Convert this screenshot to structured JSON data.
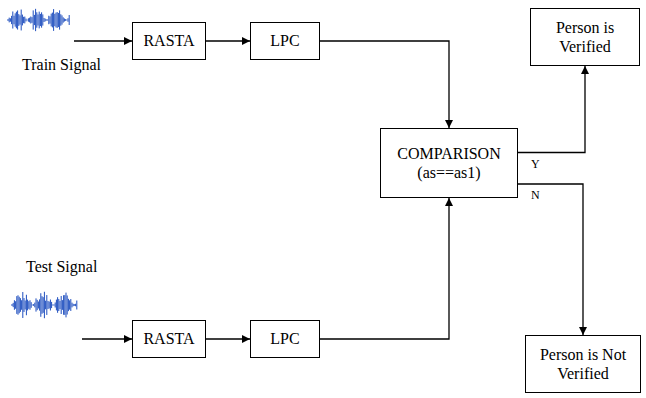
{
  "diagram": {
    "nodes": [
      {
        "text": [
          "RASTA"
        ]
      },
      {
        "text": [
          "LPC"
        ]
      },
      {
        "text": [
          "Person is Verified"
        ]
      },
      {
        "text": [
          "COMPARISON (as==as1)"
        ]
      },
      {
        "text": [
          "RASTA"
        ]
      },
      {
        "text": [
          "LPC"
        ]
      },
      {
        "text": [
          "Person is Not Verified"
        ]
      }
    ],
    "edges": [
      {
        "from": 0,
        "to": 1,
        "arrow": "to"
      },
      {
        "from": 1,
        "to": 3,
        "arrow": "to"
      },
      {
        "from": 3,
        "to": 2,
        "label": "Y",
        "arrow": "to"
      },
      {
        "from": 4,
        "to": 5,
        "arrow": "to"
      },
      {
        "from": 5,
        "to": 3,
        "arrow": "to"
      },
      {
        "from": 3,
        "to": 6,
        "label": "N",
        "arrow": "to"
      }
    ],
    "labels": [
      "Train Signal",
      "Test Signal"
    ]
  }
}
